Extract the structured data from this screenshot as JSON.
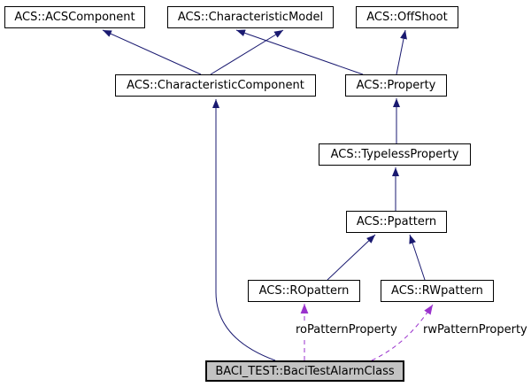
{
  "diagram": {
    "kind": "class-inheritance-graph",
    "colors": {
      "background": "#ffffff",
      "inheritance_edge": "#191970",
      "usage_edge": "#9a32cd",
      "node_border": "#000000",
      "node_fill": "#ffffff",
      "highlight_node_fill": "#c3c3c3",
      "text": "#000000"
    },
    "nodes": [
      {
        "id": "acs-acscomponent",
        "label": "ACS::ACSComponent",
        "highlighted": false
      },
      {
        "id": "acs-characteristicmodel",
        "label": "ACS::CharacteristicModel",
        "highlighted": false
      },
      {
        "id": "acs-offshoot",
        "label": "ACS::OffShoot",
        "highlighted": false
      },
      {
        "id": "acs-characteristiccomponent",
        "label": "ACS::CharacteristicComponent",
        "highlighted": false
      },
      {
        "id": "acs-property",
        "label": "ACS::Property",
        "highlighted": false
      },
      {
        "id": "acs-typelessproperty",
        "label": "ACS::TypelessProperty",
        "highlighted": false
      },
      {
        "id": "acs-ppattern",
        "label": "ACS::Ppattern",
        "highlighted": false
      },
      {
        "id": "acs-ropattern",
        "label": "ACS::ROpattern",
        "highlighted": false
      },
      {
        "id": "acs-rwpattern",
        "label": "ACS::RWpattern",
        "highlighted": false
      },
      {
        "id": "baci-test-bacitestalarmclass",
        "label": "BACI_TEST::BaciTestAlarmClass",
        "highlighted": true
      }
    ],
    "edges": [
      {
        "from": "ACS::CharacteristicComponent",
        "to": "ACS::ACSComponent",
        "type": "inheritance"
      },
      {
        "from": "ACS::CharacteristicComponent",
        "to": "ACS::CharacteristicModel",
        "type": "inheritance"
      },
      {
        "from": "ACS::Property",
        "to": "ACS::CharacteristicModel",
        "type": "inheritance"
      },
      {
        "from": "ACS::Property",
        "to": "ACS::OffShoot",
        "type": "inheritance"
      },
      {
        "from": "ACS::TypelessProperty",
        "to": "ACS::Property",
        "type": "inheritance"
      },
      {
        "from": "ACS::Ppattern",
        "to": "ACS::TypelessProperty",
        "type": "inheritance"
      },
      {
        "from": "ACS::ROpattern",
        "to": "ACS::Ppattern",
        "type": "inheritance"
      },
      {
        "from": "ACS::RWpattern",
        "to": "ACS::Ppattern",
        "type": "inheritance"
      },
      {
        "from": "BACI_TEST::BaciTestAlarmClass",
        "to": "ACS::CharacteristicComponent",
        "type": "inheritance"
      },
      {
        "from": "BACI_TEST::BaciTestAlarmClass",
        "to": "ACS::ROpattern",
        "type": "usage",
        "label": "roPatternProperty"
      },
      {
        "from": "BACI_TEST::BaciTestAlarmClass",
        "to": "ACS::RWpattern",
        "type": "usage",
        "label": "rwPatternProperty"
      }
    ]
  }
}
